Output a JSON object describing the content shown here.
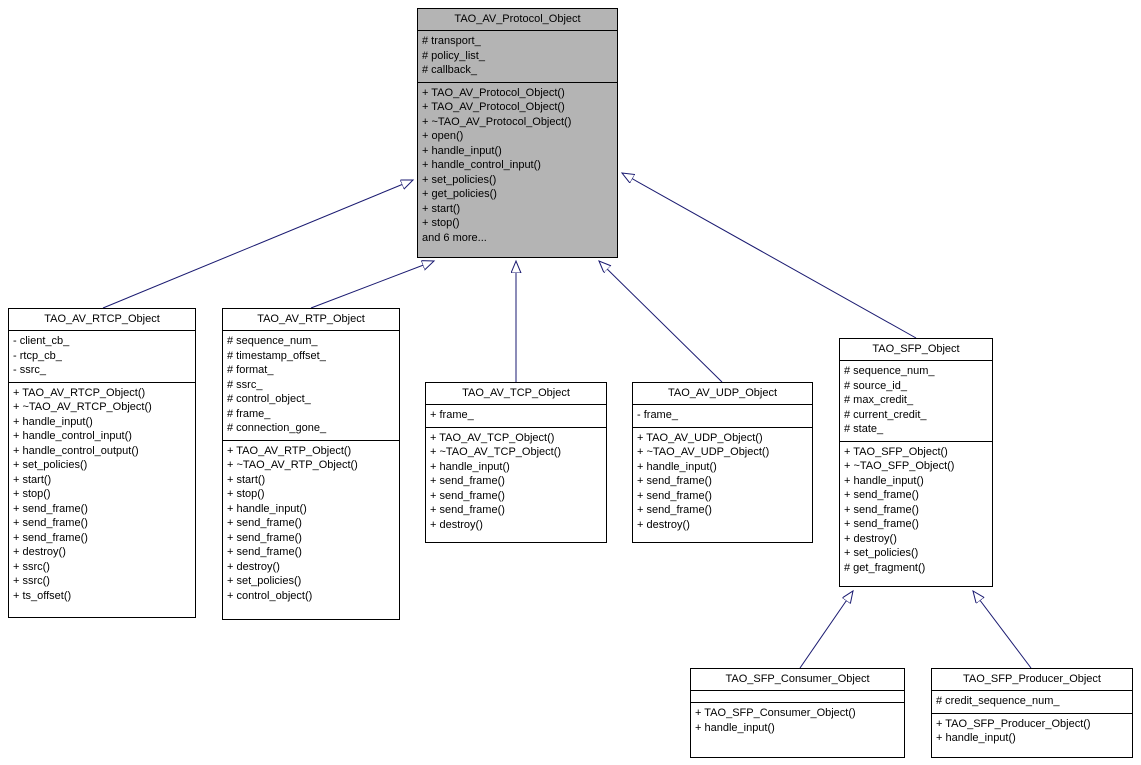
{
  "diagram": {
    "edge_color": "#191970",
    "base_fill": "#b4b4b4",
    "border_color": "#000000"
  },
  "classes": [
    {
      "name": "TAO_AV_Protocol_Object",
      "attributes": [
        "# transport_",
        "# policy_list_",
        "# callback_"
      ],
      "methods": [
        "+ TAO_AV_Protocol_Object()",
        "+ TAO_AV_Protocol_Object()",
        "+ ~TAO_AV_Protocol_Object()",
        "+ open()",
        "+ handle_input()",
        "+ handle_control_input()",
        "+ set_policies()",
        "+ get_policies()",
        "+ start()",
        "+ stop()",
        "and 6 more..."
      ]
    },
    {
      "name": "TAO_AV_RTCP_Object",
      "attributes": [
        "- client_cb_",
        "- rtcp_cb_",
        "- ssrc_"
      ],
      "methods": [
        "+ TAO_AV_RTCP_Object()",
        "+ ~TAO_AV_RTCP_Object()",
        "+ handle_input()",
        "+ handle_control_input()",
        "+ handle_control_output()",
        "+ set_policies()",
        "+ start()",
        "+ stop()",
        "+ send_frame()",
        "+ send_frame()",
        "+ send_frame()",
        "+ destroy()",
        "+ ssrc()",
        "+ ssrc()",
        "+ ts_offset()"
      ]
    },
    {
      "name": "TAO_AV_RTP_Object",
      "attributes": [
        "# sequence_num_",
        "# timestamp_offset_",
        "# format_",
        "# ssrc_",
        "# control_object_",
        "# frame_",
        "# connection_gone_"
      ],
      "methods": [
        "+ TAO_AV_RTP_Object()",
        "+ ~TAO_AV_RTP_Object()",
        "+ start()",
        "+ stop()",
        "+ handle_input()",
        "+ send_frame()",
        "+ send_frame()",
        "+ send_frame()",
        "+ destroy()",
        "+ set_policies()",
        "+ control_object()"
      ]
    },
    {
      "name": "TAO_AV_TCP_Object",
      "attributes": [
        "+ frame_"
      ],
      "methods": [
        "+ TAO_AV_TCP_Object()",
        "+ ~TAO_AV_TCP_Object()",
        "+ handle_input()",
        "+ send_frame()",
        "+ send_frame()",
        "+ send_frame()",
        "+ destroy()"
      ]
    },
    {
      "name": "TAO_AV_UDP_Object",
      "attributes": [
        "- frame_"
      ],
      "methods": [
        "+ TAO_AV_UDP_Object()",
        "+ ~TAO_AV_UDP_Object()",
        "+ handle_input()",
        "+ send_frame()",
        "+ send_frame()",
        "+ send_frame()",
        "+ destroy()"
      ]
    },
    {
      "name": "TAO_SFP_Object",
      "attributes": [
        "# sequence_num_",
        "# source_id_",
        "# max_credit_",
        "# current_credit_",
        "# state_"
      ],
      "methods": [
        "+ TAO_SFP_Object()",
        "+ ~TAO_SFP_Object()",
        "+ handle_input()",
        "+ send_frame()",
        "+ send_frame()",
        "+ send_frame()",
        "+ destroy()",
        "+ set_policies()",
        "# get_fragment()"
      ]
    },
    {
      "name": "TAO_SFP_Consumer_Object",
      "attributes": [],
      "methods": [
        "+ TAO_SFP_Consumer_Object()",
        "+ handle_input()"
      ]
    },
    {
      "name": "TAO_SFP_Producer_Object",
      "attributes": [
        "# credit_sequence_num_"
      ],
      "methods": [
        "+ TAO_SFP_Producer_Object()",
        "+ handle_input()"
      ]
    }
  ]
}
